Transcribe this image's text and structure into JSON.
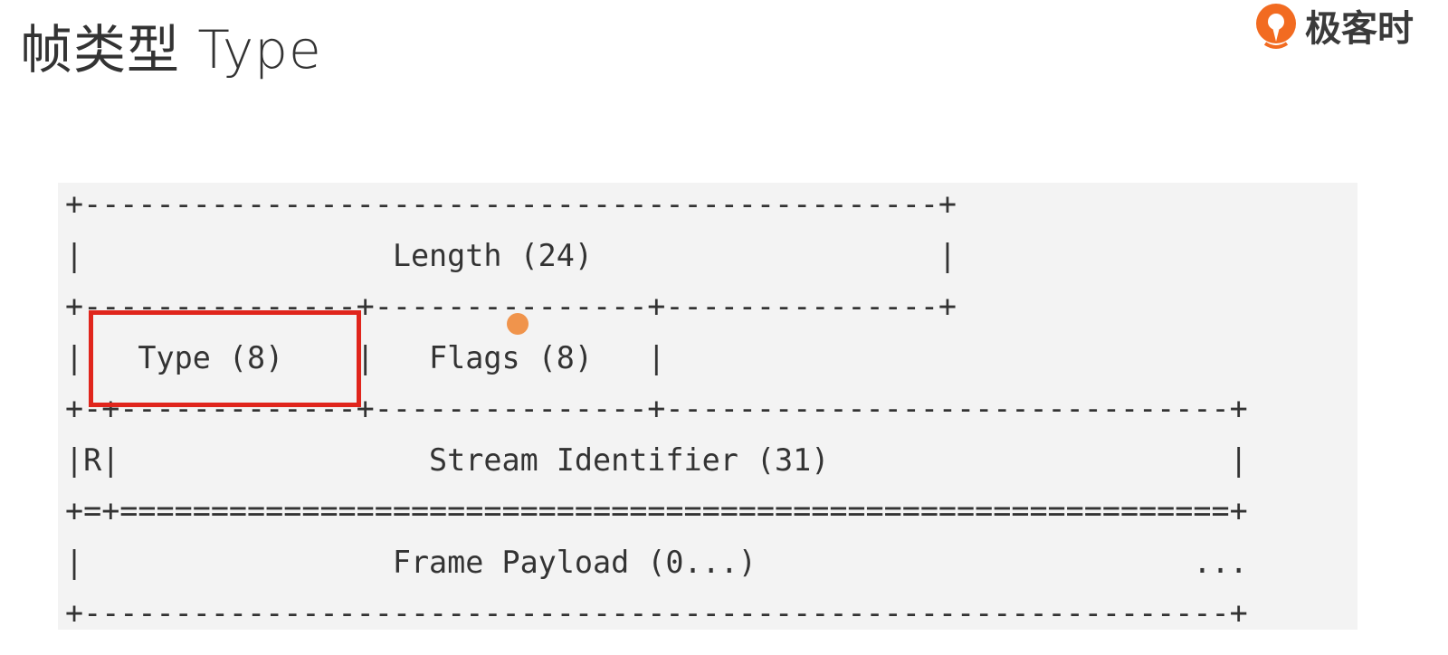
{
  "slide": {
    "title": "帧类型 Type"
  },
  "brand": {
    "name": "极客时",
    "logo_icon": "geektime-logo-icon",
    "logo_color": "#f26b21"
  },
  "frame_diagram": {
    "lines": [
      "+-----------------------------------------------+",
      "|                 Length (24)                   |",
      "+---------------+---------------+---------------+",
      "|   Type (8)    |   Flags (8)   |",
      "+-+-------------+---------------+-------------------------------+",
      "|R|                 Stream Identifier (31)                      |",
      "+=+=============================================================+",
      "|                 Frame Payload (0...)                        ...",
      "+---------------------------------------------------------------+"
    ],
    "highlighted_field": "Type (8)",
    "highlight_color": "#e0251c",
    "pointer_color": "#f08a3a"
  }
}
